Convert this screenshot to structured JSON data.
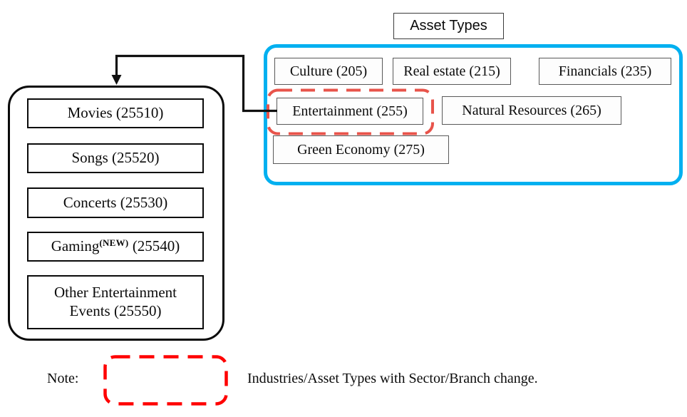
{
  "header": {
    "title": "Asset Types"
  },
  "asset_types_panel": {
    "border_color": "#00B0F0",
    "box_border_color": "#595959",
    "items": [
      {
        "label": "Culture (205)"
      },
      {
        "label": "Real estate (215)"
      },
      {
        "label": "Financials (235)"
      },
      {
        "label": "Entertainment (255)",
        "highlighted": true,
        "highlight_color": "#E8544B"
      },
      {
        "label": "Natural Resources (265)"
      },
      {
        "label": "Green Economy (275)"
      }
    ]
  },
  "entertainment_industries_panel": {
    "border_color": "#0a0a0a",
    "boxes": [
      {
        "text": "Movies (25510)"
      },
      {
        "text": "Songs (25520)"
      },
      {
        "text": "Concerts (25530)"
      },
      {
        "pre": "Gaming",
        "sup": "(NEW)",
        "post": " (25540)"
      },
      {
        "line1": "Other Entertainment",
        "line2": "Events (25550)"
      }
    ]
  },
  "connector": {
    "from": "Entertainment (255)",
    "to": "entertainment-industries-panel",
    "color": "#111111"
  },
  "note": {
    "label": "Note:",
    "legend_color": "#FF0000",
    "text": "Industries/Asset Types with Sector/Branch change."
  }
}
